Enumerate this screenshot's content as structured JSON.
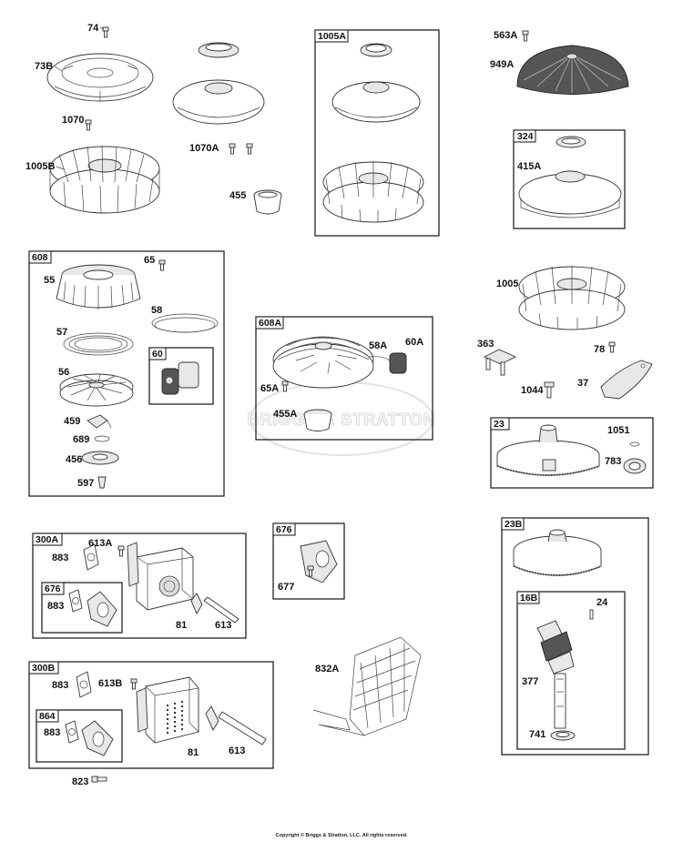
{
  "watermark": "BRIGGS & STRATTON",
  "copyright": "Copyright © Briggs & Stratton, LLC. All rights reserved.",
  "labels": {
    "p74": "74",
    "p73B": "73B",
    "p1070": "1070",
    "p1005B": "1005B",
    "p1070A": "1070A",
    "p455": "455",
    "p563A": "563A",
    "p949A": "949A",
    "p415A": "415A",
    "p65": "65",
    "p55": "55",
    "p58": "58",
    "p57": "57",
    "p56": "56",
    "p459": "459",
    "p689": "689",
    "p456": "456",
    "p597": "597",
    "p58A": "58A",
    "p60A": "60A",
    "p65A": "65A",
    "p455A": "455A",
    "p1005": "1005",
    "p363": "363",
    "p78": "78",
    "p1044": "1044",
    "p37": "37",
    "p1051": "1051",
    "p783": "783",
    "p613A": "613A",
    "p883a": "883",
    "p883b": "883",
    "p81a": "81",
    "p613a": "613",
    "p677": "677",
    "p832A": "832A",
    "p24": "24",
    "p377": "377",
    "p741": "741",
    "p883c": "883",
    "p613B": "613B",
    "p883d": "883",
    "p81b": "81",
    "p613b": "613",
    "p823": "823"
  },
  "groups": {
    "g1005A": "1005A",
    "g324": "324",
    "g608": "608",
    "g60": "60",
    "g608A": "608A",
    "g23": "23",
    "g300A": "300A",
    "g676a": "676",
    "g676b": "676",
    "g23B": "23B",
    "g16B": "16B",
    "g300B": "300B",
    "g864": "864"
  }
}
